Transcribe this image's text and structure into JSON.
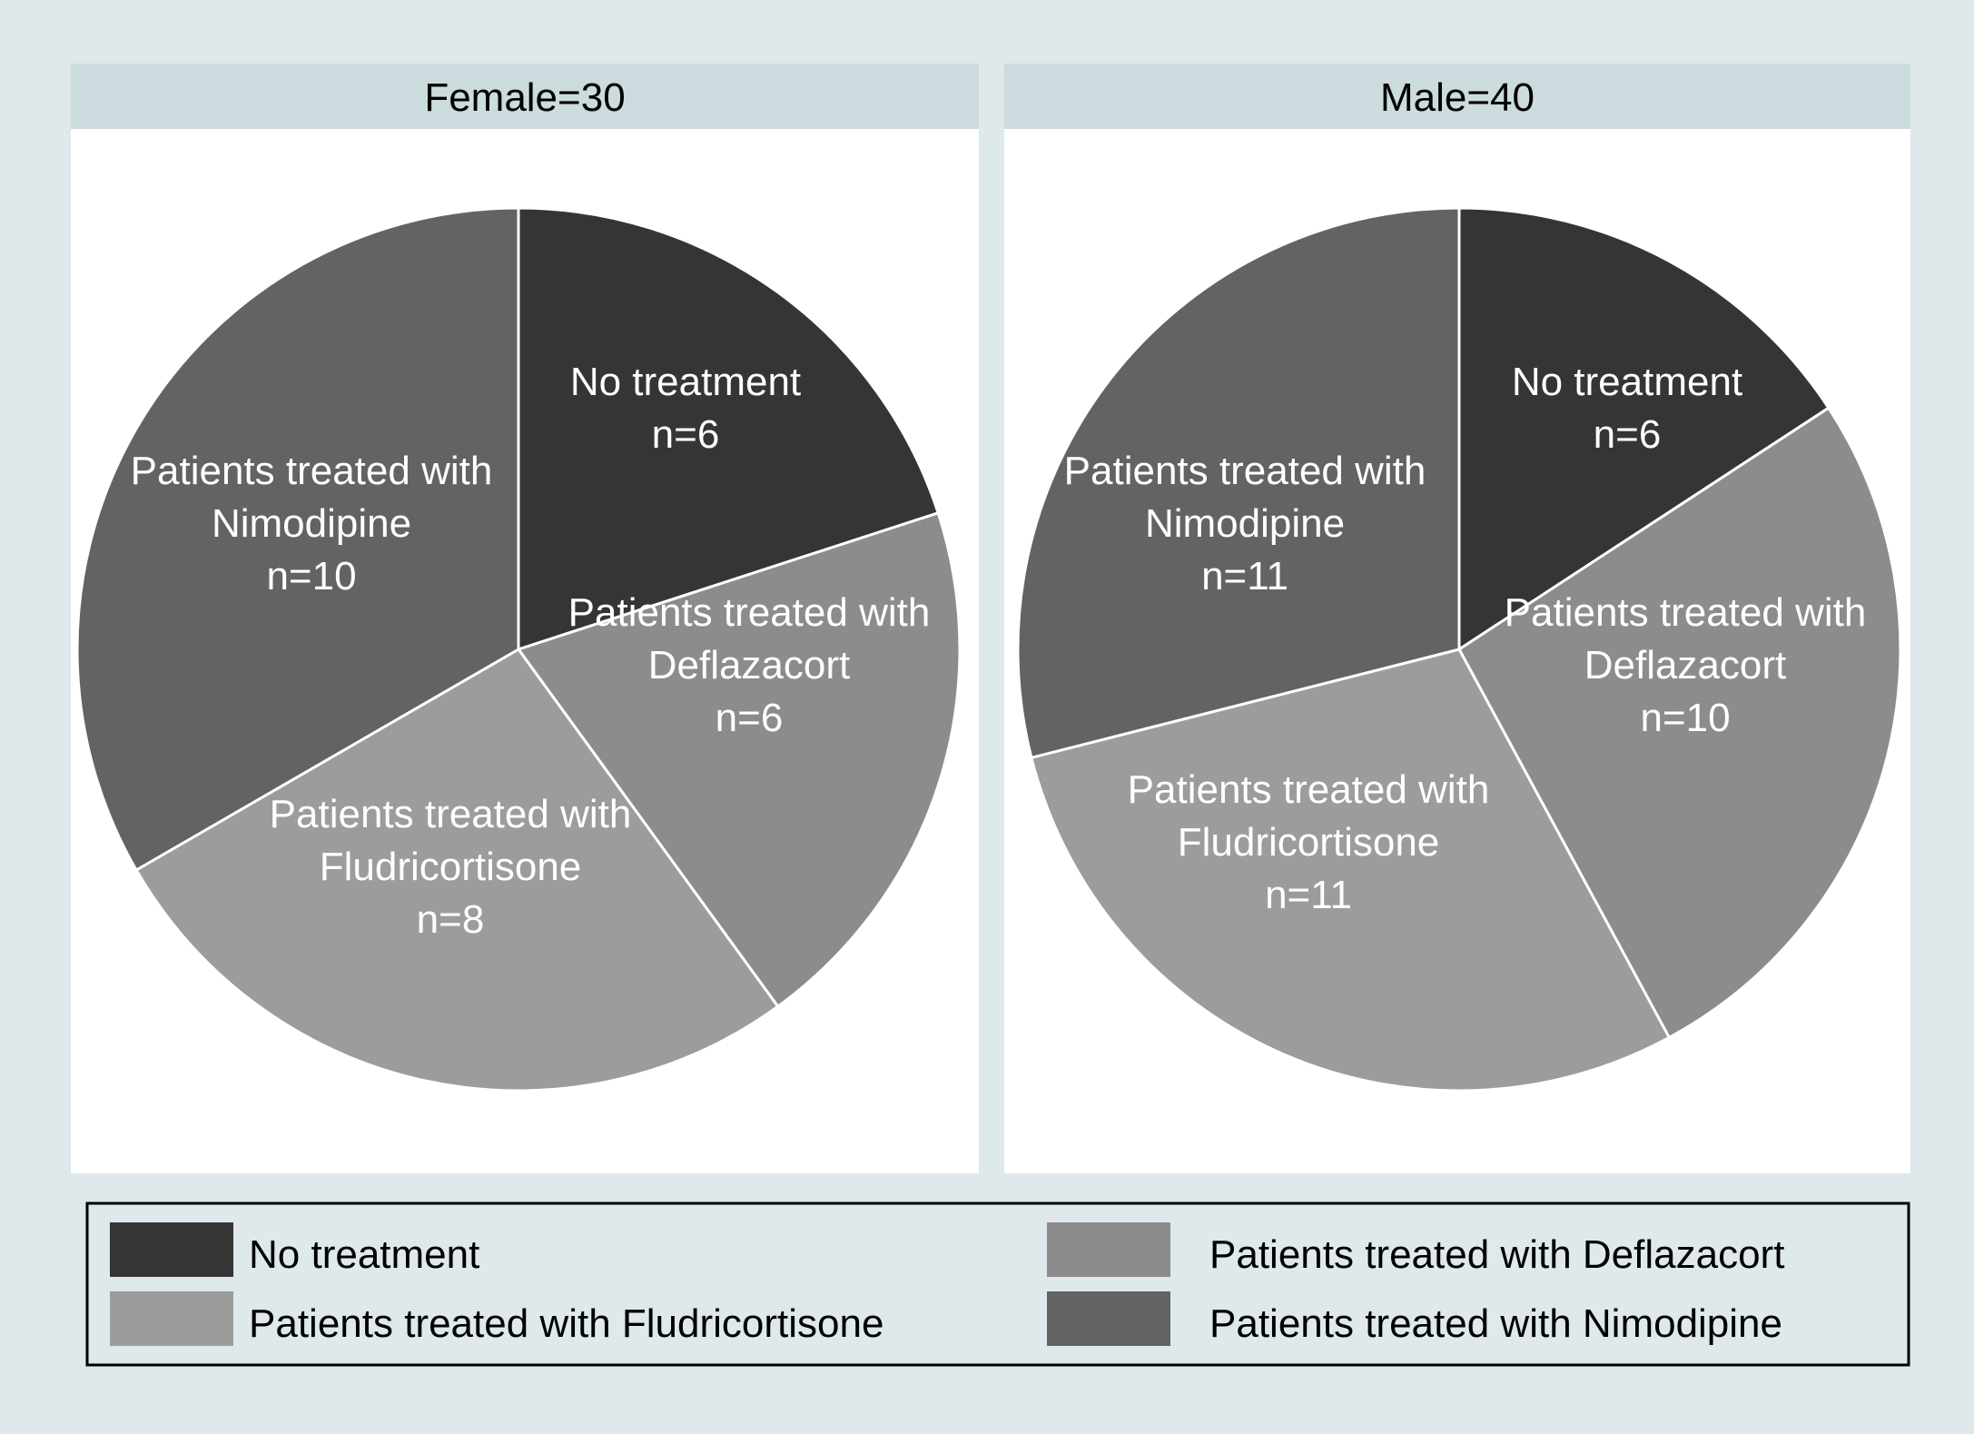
{
  "colors": {
    "background": "#dfe8ea",
    "panel_header": "#ccdbde",
    "panel_body": "#ffffff",
    "no_treatment": "#353535",
    "deflazacort": "#8c8c8c",
    "fludricortisone": "#9c9c9c",
    "nimodipine": "#636363",
    "slice_label": "#ffffff",
    "legend_border": "#000000"
  },
  "chart_data": [
    {
      "type": "pie",
      "title": "Female=30",
      "slices": [
        {
          "key": "no_treatment",
          "value": 6,
          "label_lines": [
            "No treatment",
            "n=6"
          ]
        },
        {
          "key": "deflazacort",
          "value": 6,
          "label_lines": [
            "Patients treated with",
            "Deflazacort",
            "n=6"
          ]
        },
        {
          "key": "fludricortisone",
          "value": 8,
          "label_lines": [
            "Patients treated with",
            "Fludricortisone",
            "n=8"
          ]
        },
        {
          "key": "nimodipine",
          "value": 10,
          "label_lines": [
            "Patients treated with",
            "Nimodipine",
            "n=10"
          ]
        }
      ]
    },
    {
      "type": "pie",
      "title": "Male=40",
      "slices": [
        {
          "key": "no_treatment",
          "value": 6,
          "label_lines": [
            "No treatment",
            "n=6"
          ]
        },
        {
          "key": "deflazacort",
          "value": 10,
          "label_lines": [
            "Patients treated with",
            "Deflazacort",
            "n=10"
          ]
        },
        {
          "key": "fludricortisone",
          "value": 11,
          "label_lines": [
            "Patients treated with",
            "Fludricortisone",
            "n=11"
          ]
        },
        {
          "key": "nimodipine",
          "value": 11,
          "label_lines": [
            "Patients treated with",
            "Nimodipine",
            "n=11"
          ]
        }
      ]
    }
  ],
  "legend": {
    "placement": "bottom",
    "entries": [
      {
        "key": "no_treatment",
        "label": "No treatment"
      },
      {
        "key": "deflazacort",
        "label": "Patients treated with Deflazacort"
      },
      {
        "key": "fludricortisone",
        "label": "Patients treated with Fludricortisone"
      },
      {
        "key": "nimodipine",
        "label": "Patients treated with Nimodipine"
      }
    ]
  }
}
